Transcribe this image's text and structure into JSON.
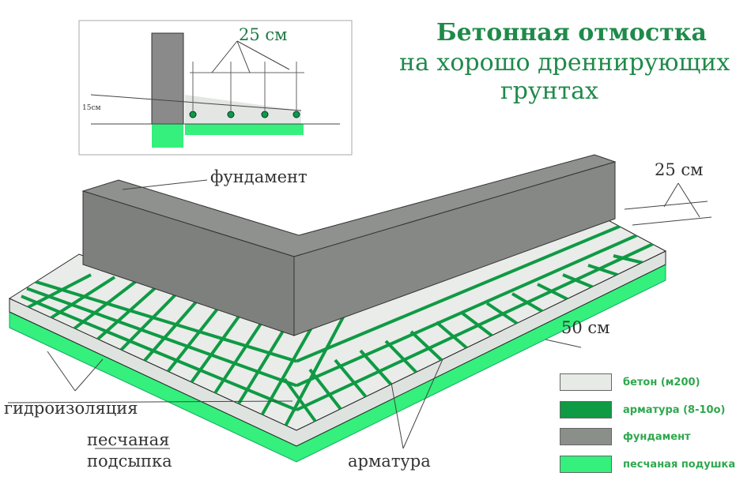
{
  "title": {
    "line1": "Бетонная отмостка",
    "line2": "на хорошо дреннирующих",
    "line3": "грунтах"
  },
  "inset": {
    "spacing_label": "25 см",
    "height_label": "15см"
  },
  "labels": {
    "foundation": "фундамент",
    "spacing_top": "25 см",
    "spacing_bottom": "50 см",
    "waterproofing": "гидроизоляция",
    "sand1": "песчаная",
    "sand2": "подсыпка",
    "rebar": "арматура"
  },
  "legend": [
    {
      "label": "бетон (м200)",
      "color": "#e6ebe6"
    },
    {
      "label": "арматура (8-10о)",
      "color": "#0f9a44"
    },
    {
      "label": "фундамент",
      "color": "#8a8f8a"
    },
    {
      "label": "песчаная подушка",
      "color": "#35f07c"
    }
  ]
}
